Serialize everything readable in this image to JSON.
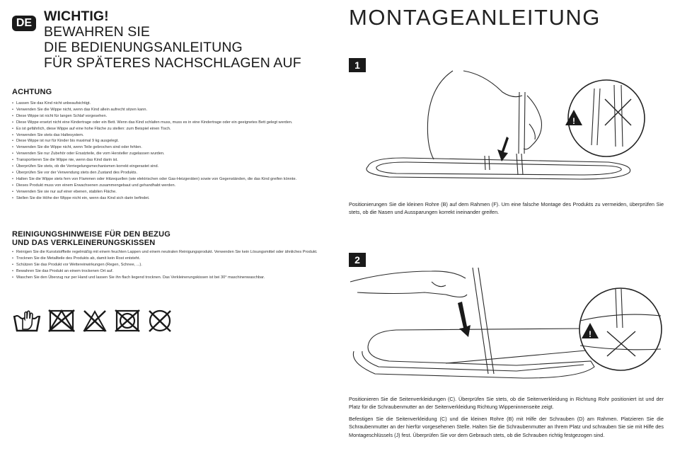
{
  "left": {
    "lang_badge": "DE",
    "headline": {
      "line1": "WICHTIG!",
      "line2": "BEWAHREN SIE",
      "line3": "DIE BEDIENUNGSANLEITUNG",
      "line4": "FÜR SPÄTERES NACHSCHLAGEN AUF"
    },
    "warning": {
      "title": "ACHTUNG",
      "items": [
        "Lassen Sie das Kind nicht unbeaufsichtigt.",
        "Verwenden Sie die Wippe nicht, wenn das Kind allein aufrecht sitzen kann.",
        "Diese Wippe ist nicht für langen Schlaf vorgesehen.",
        "Diese Wippe ersetzt nicht eine Kindertrage oder ein Bett. Wenn das Kind schlafen muss, muss es in eine Kindertrage oder ein geeignetes Bett gelegt werden.",
        "Es ist gefährlich, diese Wippe auf eine hohe Fläche zu stellen: zum Beispiel einen Tisch.",
        "Verwenden Sie stets das Haltesystem.",
        "Diese Wippe ist nur für Kinder bis maximal 9 kg ausgelegt.",
        "Verwenden Sie die Wippe nicht, wenn Teile gebrochen sind oder fehlen.",
        "Verwenden Sie nur Zubehör oder Ersatzteile, die vom Hersteller zugelassen wurden.",
        "Transportieren Sie die Wippe nie, wenn das Kind darin ist.",
        "Überprüfen Sie stets, ob die Verriegelungsmechanismen korrekt eingerastet sind.",
        "Überprüfen Sie vor der Verwendung stets den Zustand des Produkts.",
        "Halten Sie die Wippe stets fern von Flammen oder Hitzequellen (wie elektrischen oder Gas-Heizgeräten) sowie von Gegenständen, die das Kind greifen könnte.",
        "Dieses Produkt muss von einem Erwachsenen zusammengebaut und gehandhabt werden.",
        "Verwenden Sie sie nur auf einer ebenen, stabilen Fläche.",
        "Stellen Sie die Höhe der Wippe nicht ein, wenn das Kind sich darin befindet."
      ]
    },
    "cleaning": {
      "title_line1": "REINIGUNGSHINWEISE FÜR DEN BEZUG",
      "title_line2": "UND DAS VERKLEINERUNGSKISSEN",
      "items": [
        "Reinigen Sie die Kunststoffteile regelmäßig mit einem feuchten Lappen und einem neutralen Reinigungsprodukt. Verwenden Sie kein Lösungsmittel oder ähnliches Produkt.",
        "Trocknen Sie die Metallteile des Produkts ab, damit kein Rost entsteht.",
        "Schützen Sie das Produkt vor Wettereinwirkungen (Regen, Schnee, ...).",
        "Bewahren Sie das Produkt an einem trockenen Ort auf.",
        "Waschen Sie den Überzug nur per Hand und lassen Sie ihn flach liegend trocknen. Das Verkleinerungskissen ist bei 30° maschinenwaschbar."
      ]
    },
    "care_icons": [
      "hand-wash-icon",
      "no-bleach-icon",
      "no-iron-icon",
      "no-tumble-dry-icon",
      "no-dry-clean-icon"
    ]
  },
  "right": {
    "title": "MONTAGEANLEITUNG",
    "step1": {
      "number": "1",
      "text": "Positionierungen Sie die kleinen Rohre (B) auf dem Rahmen (F). Um eine falsche Montage des Produkts zu vermeiden, überprüfen Sie stets, ob die Nasen und Aussparungen korrekt ineinander greifen."
    },
    "step2": {
      "number": "2",
      "text1": "Positionieren Sie die Seitenverkleidungen (C). Überprüfen Sie stets, ob die Seitenverkleidung in Richtung Rohr positioniert ist und der Platz für die Schraubenmutter an der Seitenverkleidung Richtung Wippeninnenseite zeigt.",
      "text2": "Befestigen Sie die Seitenverkleidung (C) und die kleinen Rohre (B) mit Hilfe der Schrauben (D) am Rahmen. Platzieren Sie die Schraubenmutter an der hierfür vorgesehenen Stelle. Halten Sie die Schraubenmutter an Ihrem Platz und schrauben Sie sie mit Hilfe des Montageschlüssels (J) fest. Überprüfen Sie vor dem Gebrauch stets, ob die Schrauben richtig festgezogen sind."
    }
  }
}
